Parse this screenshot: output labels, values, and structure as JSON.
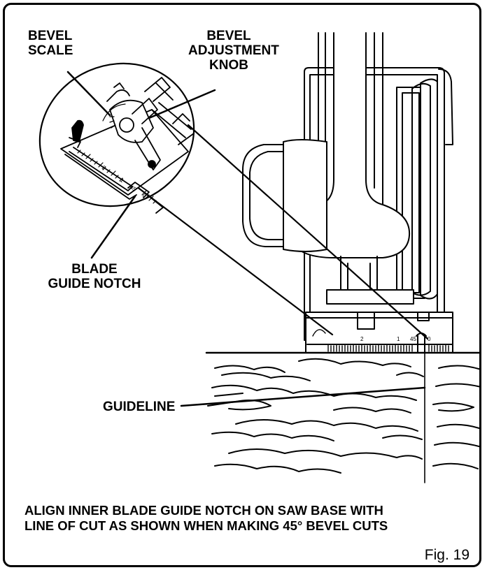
{
  "labels": {
    "bevel_scale": "BEVEL\nSCALE",
    "bevel_adjustment_knob": "BEVEL\nADJUSTMENT\nKNOB",
    "blade_guide_notch": "BLADE\nGUIDE NOTCH",
    "guideline": "GUIDELINE"
  },
  "caption": {
    "line1": "ALIGN INNER BLADE GUIDE NOTCH ON SAW BASE WITH",
    "line2": "LINE OF CUT AS SHOWN WHEN MAKING 45° BEVEL CUTS"
  },
  "figure_label": "Fig. 19",
  "scale_marks": {
    "base": [
      "2",
      "1",
      "45",
      "0"
    ],
    "inset": [
      "2",
      "1",
      "45",
      "0"
    ]
  }
}
